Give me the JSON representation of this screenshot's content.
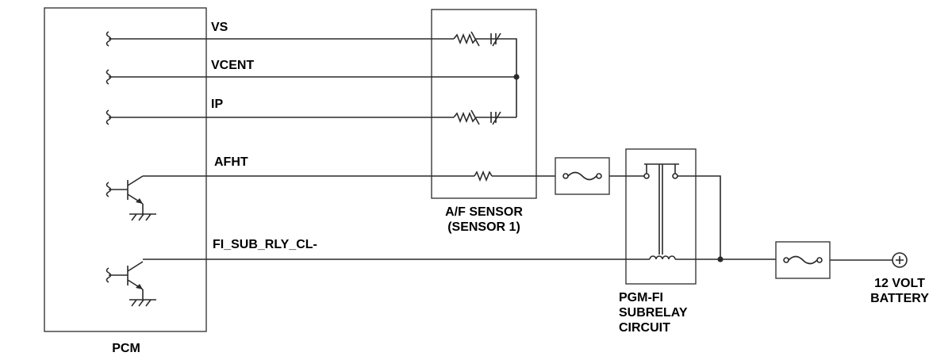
{
  "signals": {
    "vs": "VS",
    "vcent": "VCENT",
    "ip": "IP",
    "afht": "AFHT",
    "fi_sub_rly": "FI_SUB_RLY_CL-"
  },
  "components": {
    "pcm": "PCM",
    "af_sensor_line1": "A/F SENSOR",
    "af_sensor_line2": "(SENSOR 1)",
    "subrelay_line1": "PGM-FI",
    "subrelay_line2": "SUBRELAY",
    "subrelay_line3": "CIRCUIT",
    "battery_line1": "12 VOLT",
    "battery_line2": "BATTERY"
  },
  "colors": {
    "line": "#2a2a2a",
    "text": "#000000",
    "background": "#ffffff"
  }
}
